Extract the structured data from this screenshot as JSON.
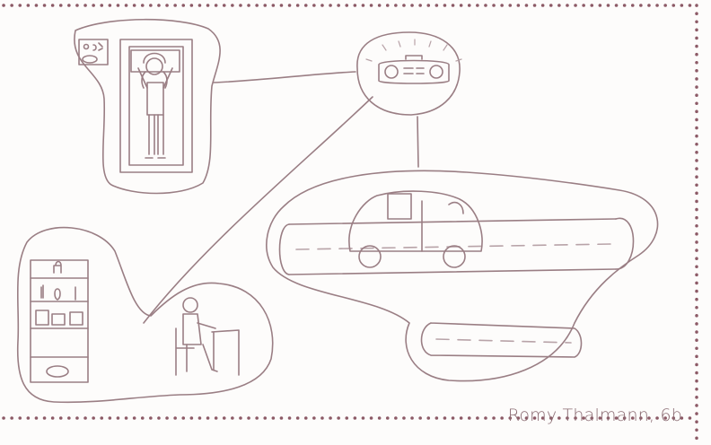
{
  "caption": {
    "author": "Romy Thalmann, 6b"
  },
  "colors": {
    "pencil": "#9a7e84",
    "pencil_light": "#b8a3a8",
    "border_dots": "#8c5a66",
    "paper": "#fdfcfb"
  },
  "scenes": [
    {
      "name": "bedroom-scene"
    },
    {
      "name": "radio-scene"
    },
    {
      "name": "road-scene"
    },
    {
      "name": "study-scene"
    }
  ]
}
